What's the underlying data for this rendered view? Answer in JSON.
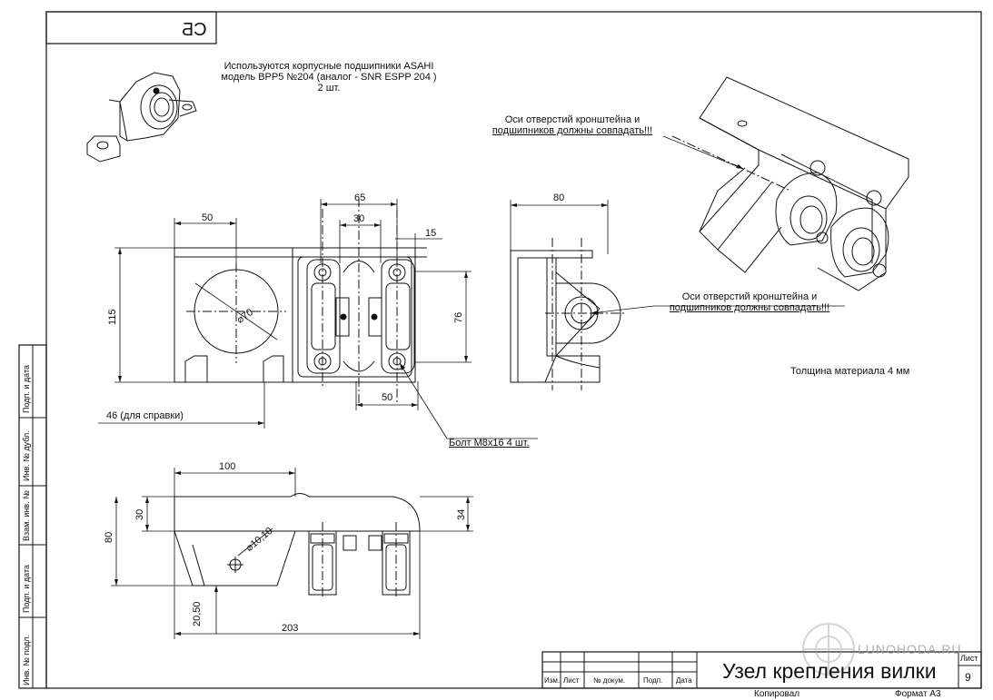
{
  "drawing": {
    "stamp_code": "СБ",
    "note_bearing_line1": "Используются корпусные подшипники ASAHI",
    "note_bearing_line2": "модель BPP5 №204 (аналог - SNR ESPP 204 )",
    "note_bearing_line3": "2 шт.",
    "note_axes_top_line1": "Оси отверстий кронштейна и",
    "note_axes_top_line2": "подшипников должны совпадать!!!",
    "note_axes_mid_line1": "Оси отверстий кронштейна и",
    "note_axes_mid_line2": "подшипников должны совпадать!!!",
    "note_thickness": "Толщина материала 4 мм",
    "note_bolt": "Болт М8х16 4 шт."
  },
  "dimensions": {
    "d50_top": "50",
    "d65": "65",
    "d30_top": "30",
    "d15": "15",
    "d80_side": "80",
    "d115": "115",
    "d70": "⌀70",
    "d76": "76",
    "d50_bottom": "50",
    "d46": "46 (для справки)",
    "d100": "100",
    "d30_left": "30",
    "d80_left": "80",
    "d10": "⌀10,10",
    "d34": "34",
    "d2050": "20,50",
    "d203": "203"
  },
  "left_strip": {
    "cells": [
      "Подп. и дата",
      "Инв. № дубл.",
      "Взам. инв. №",
      "Подп. и дата",
      "Инв. № подл."
    ]
  },
  "title_block": {
    "headers": [
      "Изм.",
      "Лист",
      "№ докум.",
      "Подп.",
      "Дата"
    ],
    "title": "Узел крепления вилки",
    "sheet_label": "Лист",
    "sheet_number": "9",
    "copied": "Копировал",
    "format": "Формат А3",
    "watermark": "LUNOHODA.RU"
  }
}
